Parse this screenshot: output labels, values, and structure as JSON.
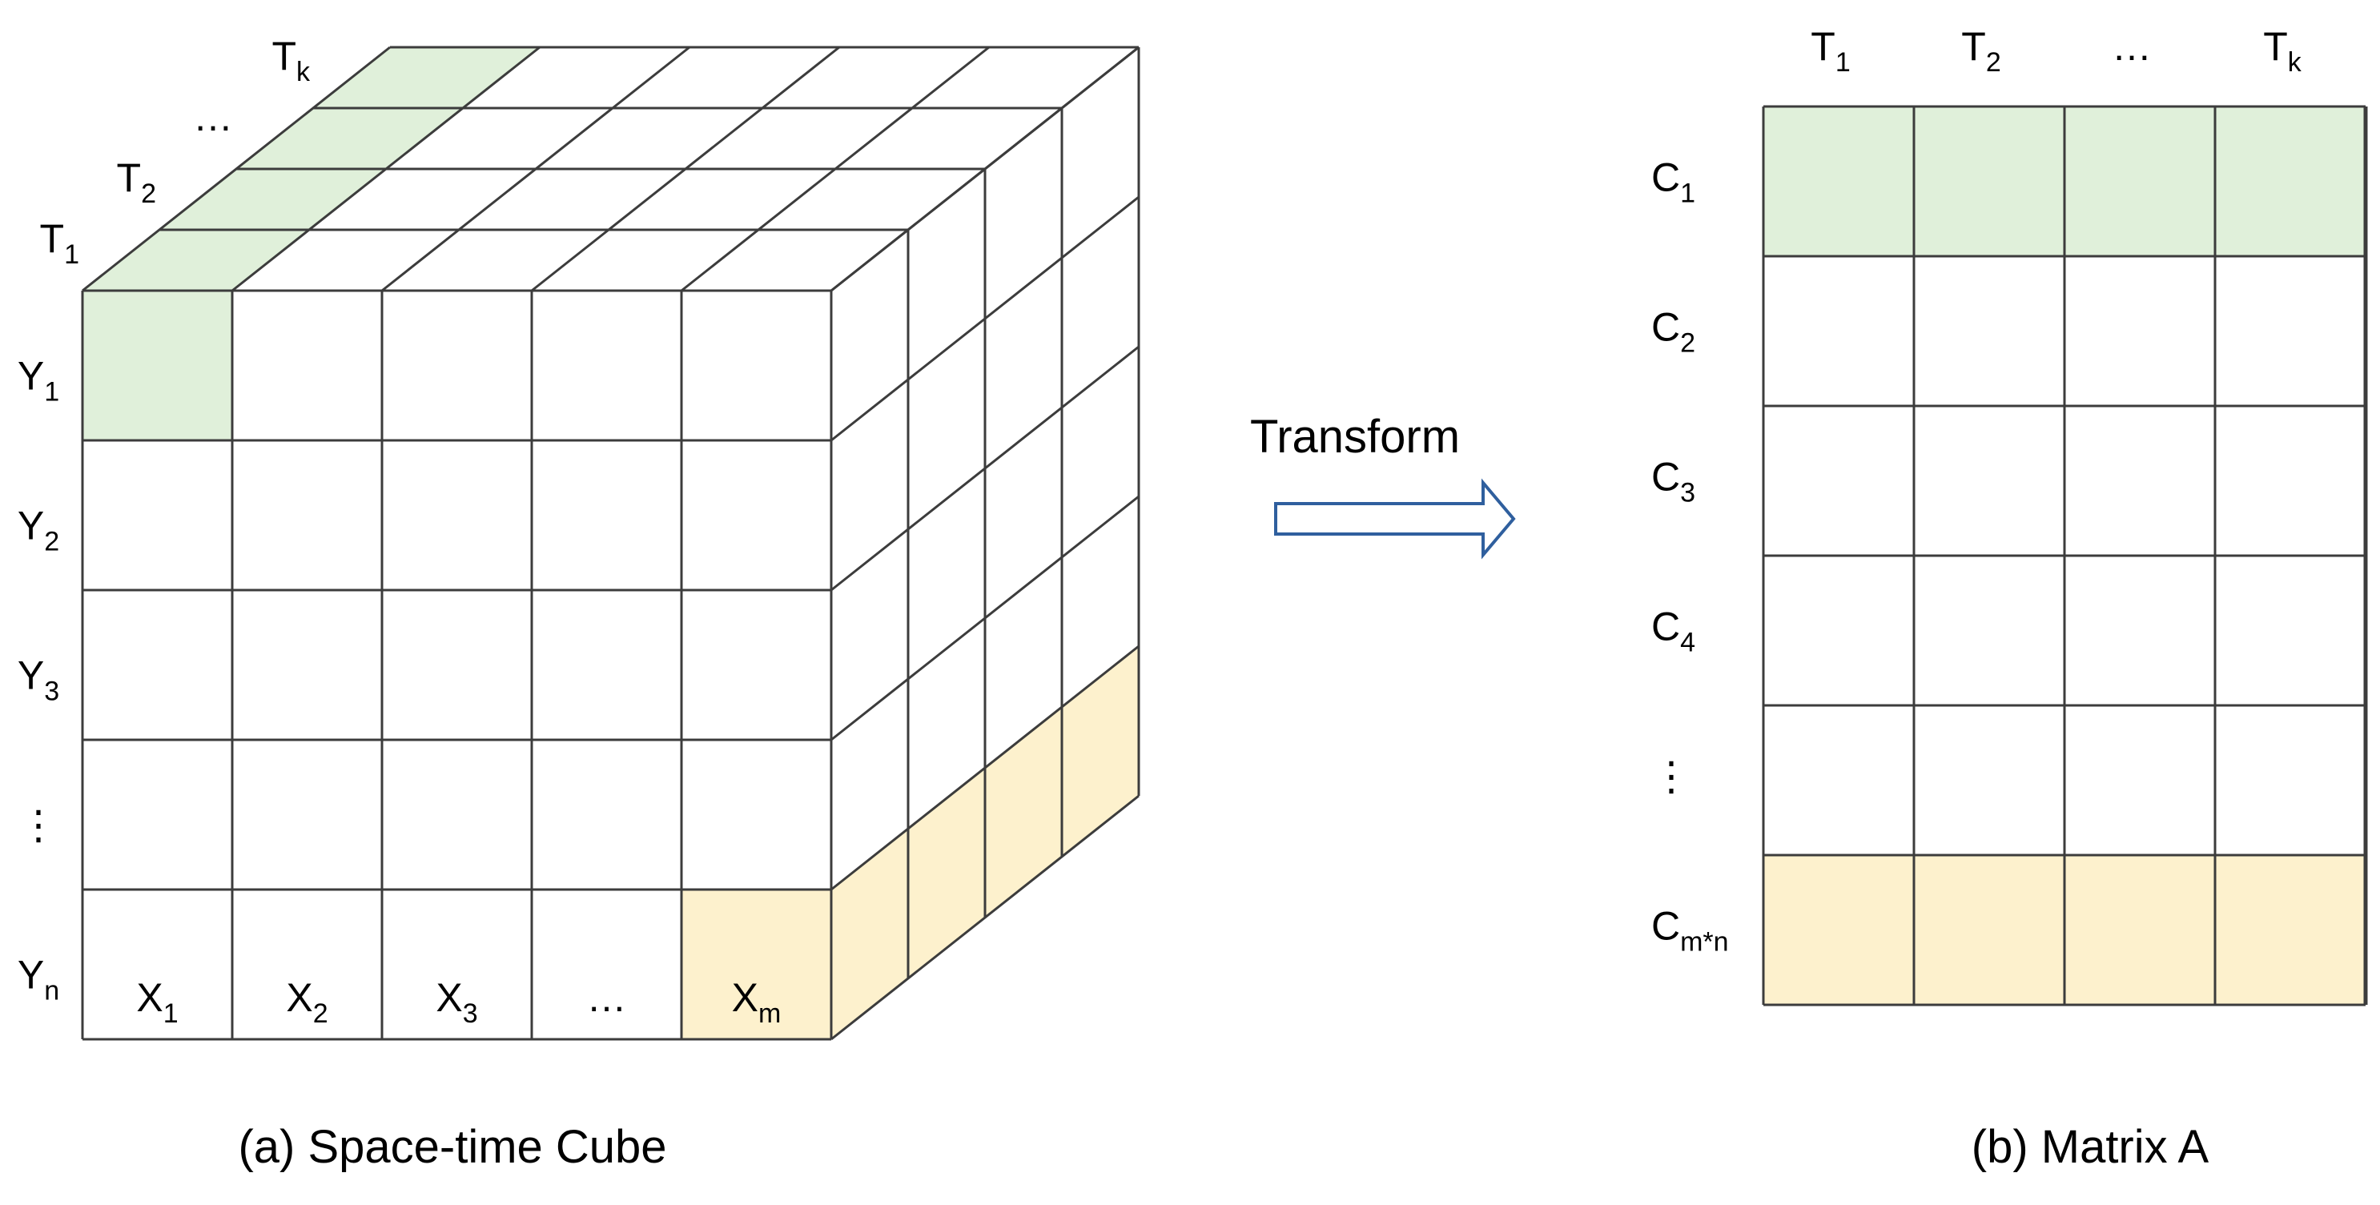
{
  "colors": {
    "line": "#3c3c3c",
    "green_fill": "#e0f0da",
    "yellow_fill": "#fdf1cd",
    "arrow": "#2f5f9e",
    "background": "#ffffff"
  },
  "cube": {
    "caption": "(a) Space-time Cube",
    "columns": 5,
    "rows": 5,
    "depth": 4,
    "x_labels": [
      {
        "base": "X",
        "sub": "1"
      },
      {
        "base": "X",
        "sub": "2"
      },
      {
        "base": "X",
        "sub": "3"
      },
      {
        "base": "…",
        "sub": ""
      },
      {
        "base": "X",
        "sub": "m"
      }
    ],
    "y_labels": [
      {
        "base": "Y",
        "sub": "1"
      },
      {
        "base": "Y",
        "sub": "2"
      },
      {
        "base": "Y",
        "sub": "3"
      },
      {
        "base": "⋮",
        "sub": ""
      },
      {
        "base": "Y",
        "sub": "n"
      }
    ],
    "t_labels": [
      {
        "base": "T",
        "sub": "1"
      },
      {
        "base": "T",
        "sub": "2"
      },
      {
        "base": "…",
        "sub": ""
      },
      {
        "base": "T",
        "sub": "k"
      }
    ]
  },
  "arrow": {
    "label": "Transform",
    "icon": "right-arrow-icon"
  },
  "matrix": {
    "caption": "(b) Matrix A",
    "columns": 4,
    "rows": 6,
    "col_labels": [
      {
        "base": "T",
        "sub": "1"
      },
      {
        "base": "T",
        "sub": "2"
      },
      {
        "base": "…",
        "sub": ""
      },
      {
        "base": "T",
        "sub": "k"
      }
    ],
    "row_labels": [
      {
        "base": "C",
        "sub": "1"
      },
      {
        "base": "C",
        "sub": "2"
      },
      {
        "base": "C",
        "sub": "3"
      },
      {
        "base": "C",
        "sub": "4"
      },
      {
        "base": "⋮",
        "sub": ""
      },
      {
        "base": "C",
        "sub": "m*n"
      }
    ]
  }
}
